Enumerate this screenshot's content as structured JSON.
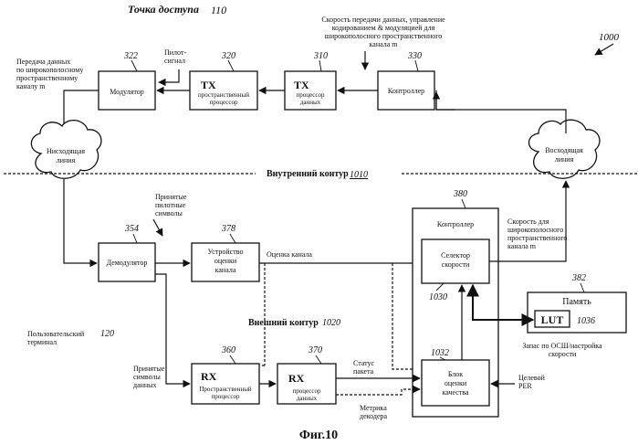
{
  "figure_caption": "Фиг.10",
  "system_ref": "1000",
  "access_point": {
    "label": "Точка доступа",
    "ref": "110"
  },
  "user_terminal": {
    "label_line1": "Пользовательский",
    "label_line2": "терминал",
    "ref": "120"
  },
  "inner_loop": {
    "label": "Внутренний контур",
    "ref": "1010"
  },
  "outer_loop": {
    "label": "Внешний контур",
    "ref": "1020"
  },
  "blocks": {
    "modulator": {
      "ref": "322",
      "line1": "Модулятор"
    },
    "tx_spatial": {
      "ref": "320",
      "title": "TX",
      "line1": "пространственный",
      "line2": "процессор"
    },
    "tx_data": {
      "ref": "310",
      "title": "TX",
      "line1": "процессор",
      "line2": "данных"
    },
    "controller_ap": {
      "ref": "330",
      "line1": "Контроллер"
    },
    "demodulator": {
      "ref": "354",
      "line1": "Демодулятор"
    },
    "channel_estimator": {
      "ref": "378",
      "line1": "Устройство",
      "line2": "оценки",
      "line3": "канала"
    },
    "rx_spatial": {
      "ref": "360",
      "title": "RX",
      "line1": "Пространственный",
      "line2": "процессор"
    },
    "rx_data": {
      "ref": "370",
      "title": "RX",
      "line1": "процессор",
      "line2": "данных"
    },
    "controller_ut": {
      "ref": "380",
      "line1": "Контроллер"
    },
    "rate_selector": {
      "ref": "1030",
      "line1": "Селектор",
      "line2": "скорости"
    },
    "quality_estimator": {
      "ref": "1032",
      "line1": "Блок",
      "line2": "оценки",
      "line3": "качества"
    },
    "memory": {
      "ref": "382",
      "line1": "Память"
    },
    "lut": {
      "ref": "1036",
      "line1": "LUT"
    }
  },
  "clouds": {
    "downlink": {
      "line1": "Нисходящая",
      "line2": "линия"
    },
    "uplink": {
      "line1": "Восходящая",
      "line2": "линия"
    }
  },
  "labels": {
    "pilot_line1": "Пилот-",
    "pilot_line2": "сигнал",
    "tx_out_line1": "Передача данных",
    "tx_out_line2": "по широкополосному",
    "tx_out_line3": "пространственному",
    "tx_out_line4": "каналу m",
    "rate_control_line1": "Скорость передачи данных, управление",
    "rate_control_line2": "кодированием & модуляцией для",
    "rate_control_line3": "широкополосного пространственного",
    "rate_control_line4": "канала m",
    "rx_pilots_line1": "Принятые",
    "rx_pilots_line2": "пилотные",
    "rx_pilots_line3": "символы",
    "rx_data_syms_line1": "Принятые",
    "rx_data_syms_line2": "символы",
    "rx_data_syms_line3": "данных",
    "channel_estimate": "Оценка канала",
    "rate_for_line1": "Скорость для",
    "rate_for_line2": "широкополосного",
    "rate_for_line3": "пространственного",
    "rate_for_line4": "канала m",
    "packet_status_line1": "Статус",
    "packet_status_line2": "пакета",
    "decoder_metric_line1": "Метрика",
    "decoder_metric_line2": "декодера",
    "snr_margin_line1": "Запас по ОСШ/настройка",
    "snr_margin_line2": "скорости",
    "target_per_line1": "Целевой",
    "target_per_line2": "PER"
  }
}
